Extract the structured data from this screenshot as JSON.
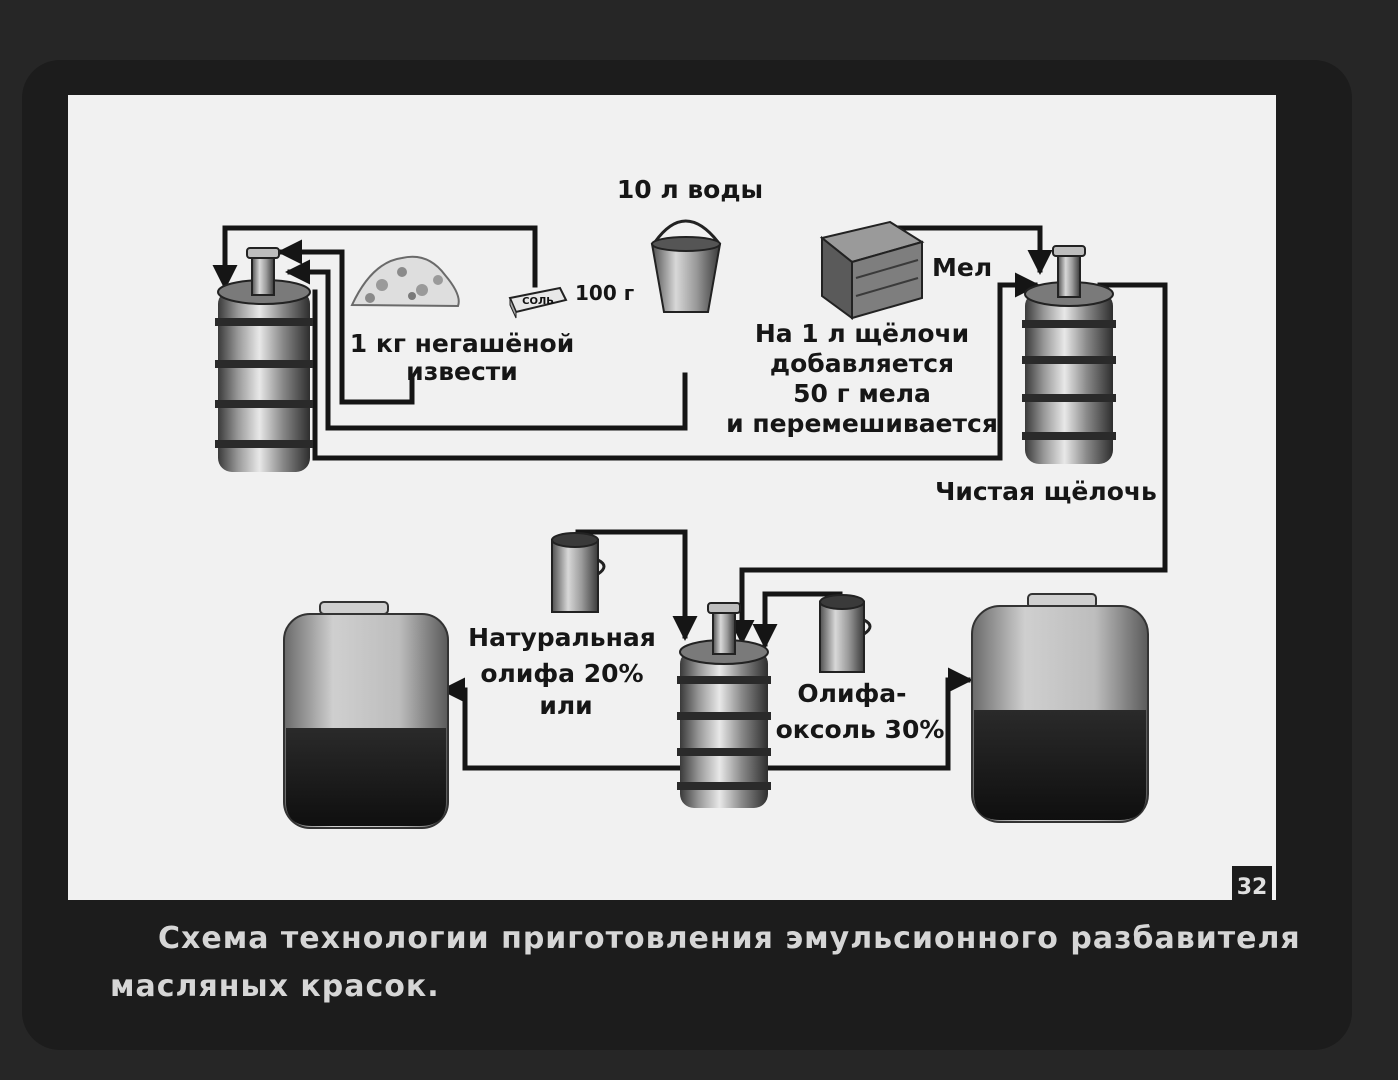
{
  "labels": {
    "water": "10 л воды",
    "salt_amount": "100 г",
    "salt_pack": "СОЛЬ",
    "lime_line1": "1 кг негашёной",
    "lime_line2": "извести",
    "chalk": "Мел",
    "alkali_line1": "На 1 л щёлочи",
    "alkali_line2": "добавляется",
    "alkali_line3": "50 г мела",
    "alkali_line4": "и перемешивается",
    "clean_alkali": "Чистая щёлочь",
    "natural_line1": "Натуральная",
    "natural_line2": "олифа 20%",
    "natural_line3": "или",
    "oxol_line1": "Олифа-",
    "oxol_line2": "оксоль 30%"
  },
  "slide_number": "32",
  "caption": {
    "line1": "Схема технологии приготовления эмульсионного разбавителя",
    "line2": "масляных красок."
  },
  "colors": {
    "frame": "#1c1c1c",
    "panel": "#f1f1f1",
    "ink": "#151515",
    "caption_text": "#d6d6d6"
  }
}
